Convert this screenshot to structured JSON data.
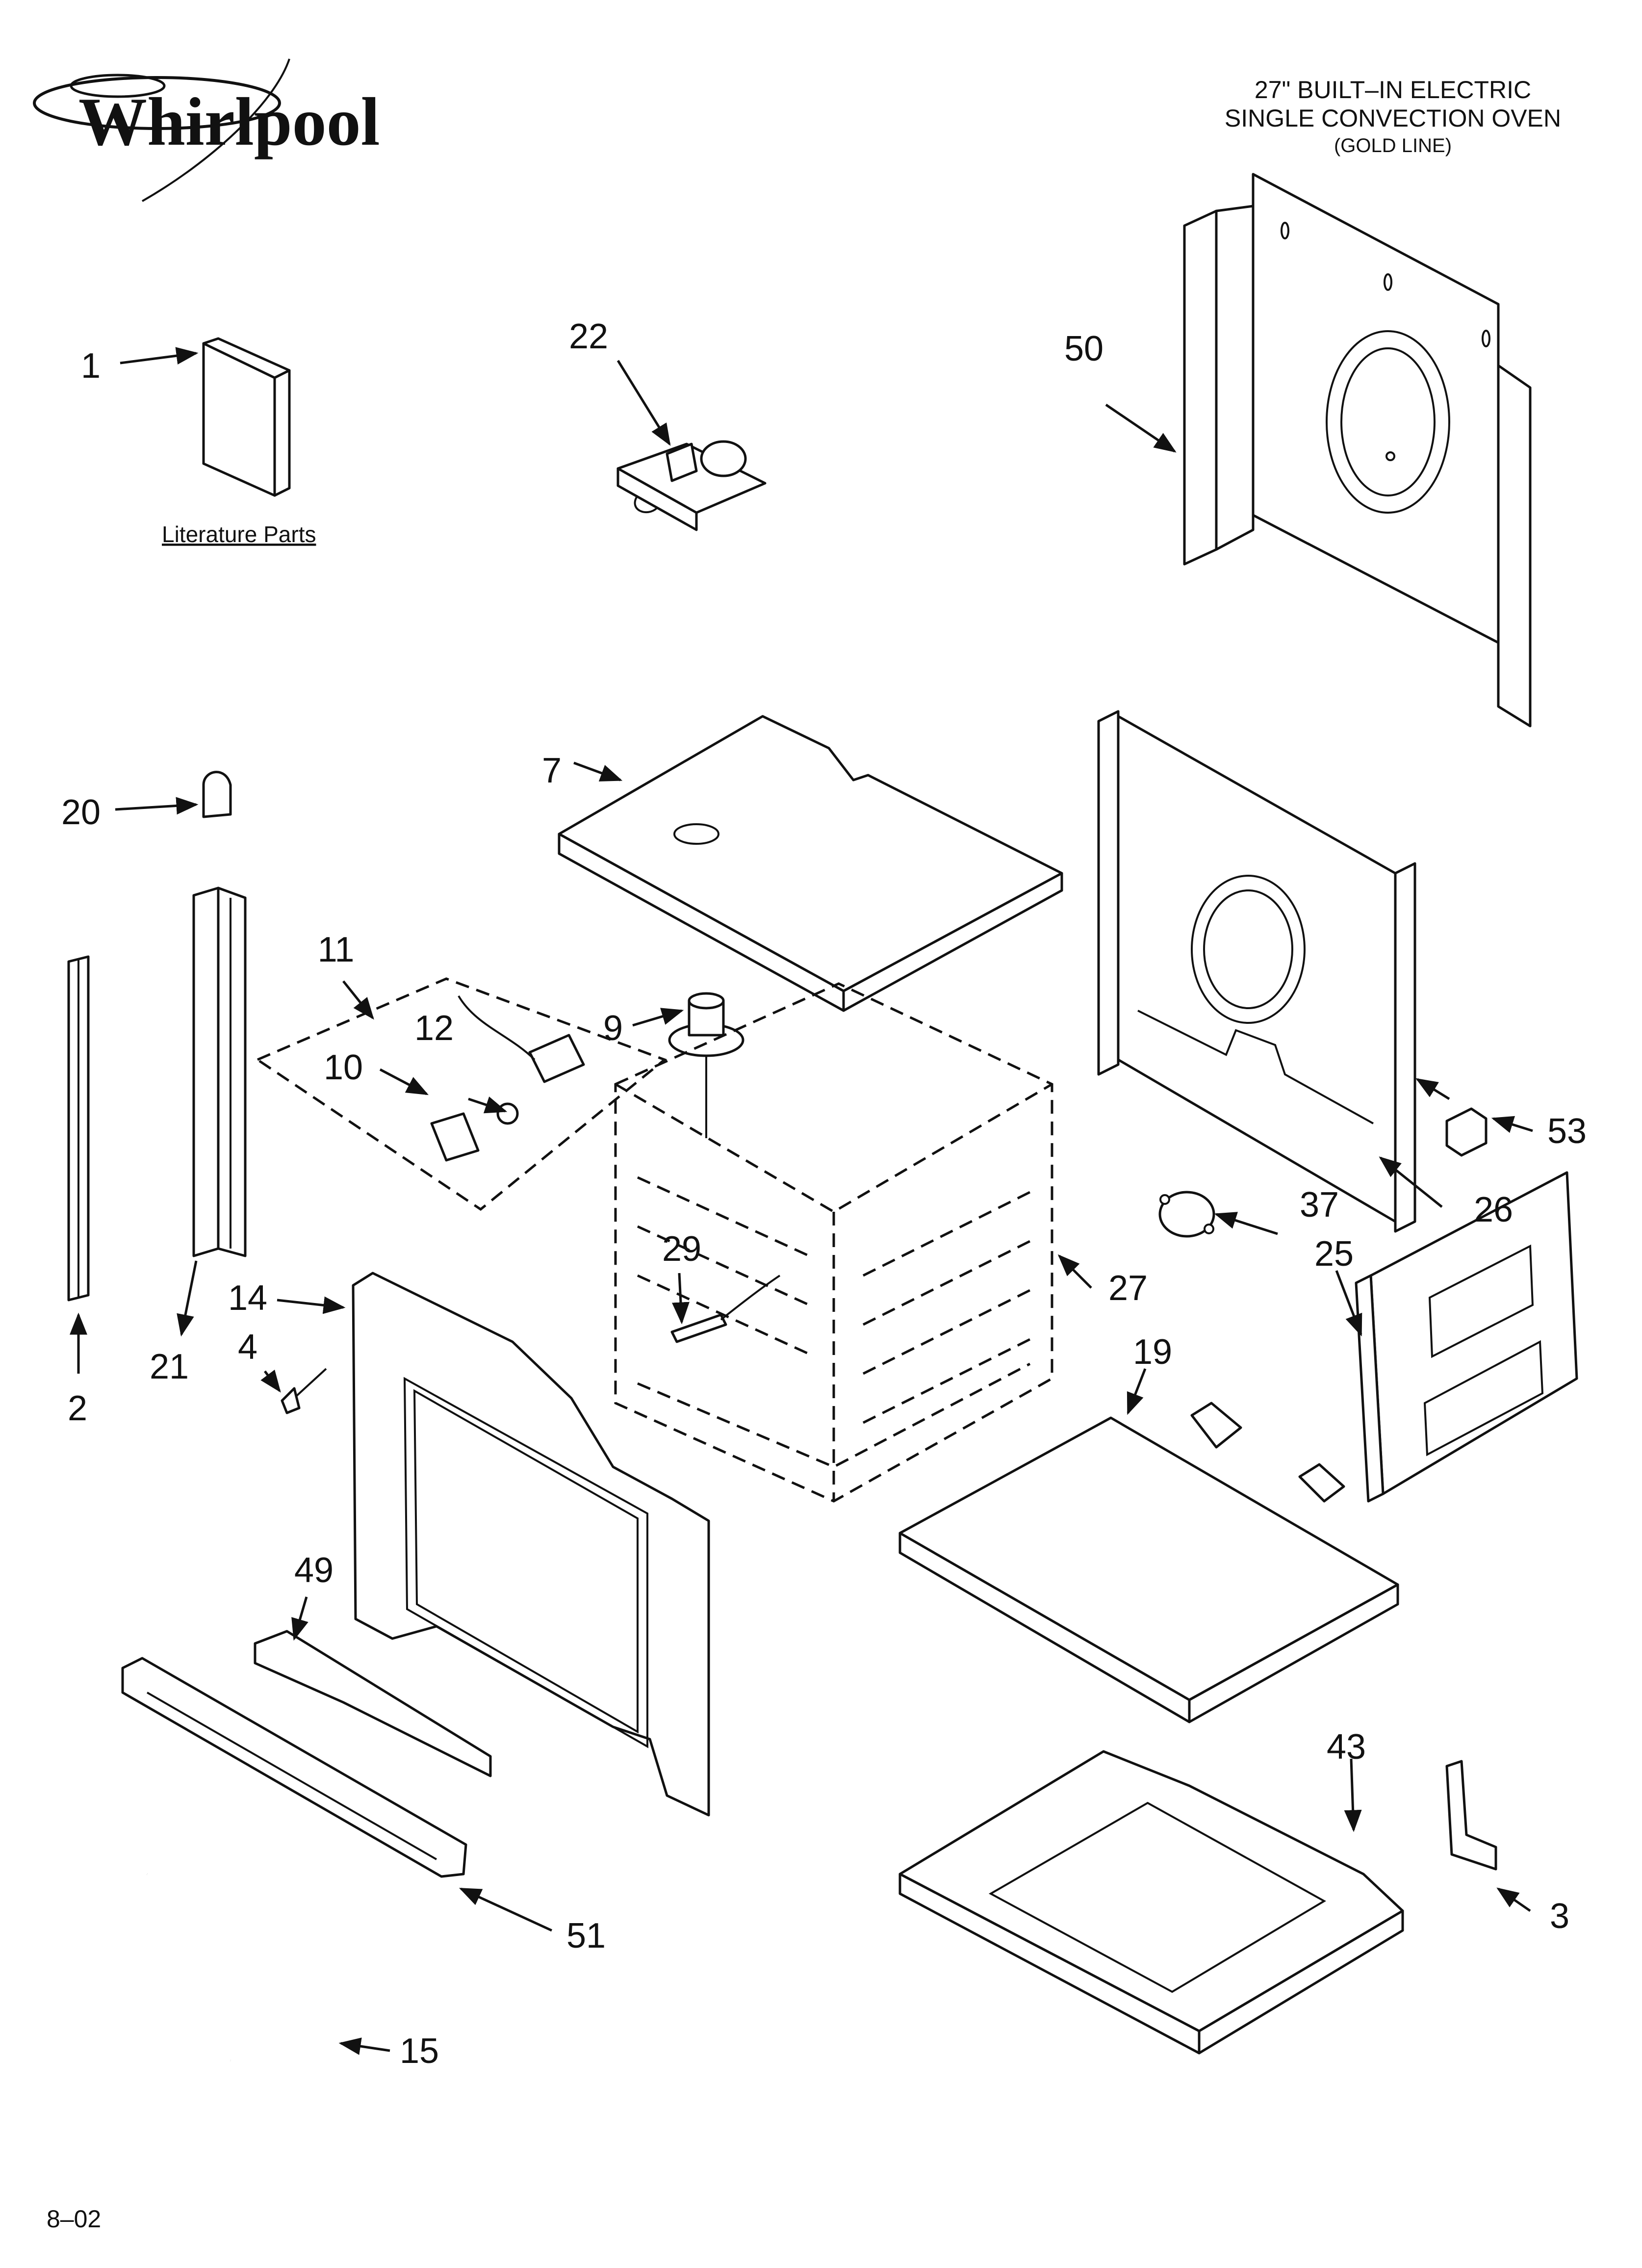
{
  "brand": {
    "logo_text": "Whirlpool"
  },
  "header": {
    "line1": "27\" BUILT–IN ELECTRIC",
    "line2": "SINGLE CONVECTION OVEN",
    "line3": "(GOLD LINE)"
  },
  "literature_label": "Literature Parts",
  "callouts": [
    {
      "id": "1",
      "text": "1"
    },
    {
      "id": "2",
      "text": "2"
    },
    {
      "id": "3",
      "text": "3"
    },
    {
      "id": "4",
      "text": "4"
    },
    {
      "id": "7",
      "text": "7"
    },
    {
      "id": "9",
      "text": "9"
    },
    {
      "id": "10",
      "text": "10"
    },
    {
      "id": "11",
      "text": "11"
    },
    {
      "id": "12",
      "text": "12"
    },
    {
      "id": "14",
      "text": "14"
    },
    {
      "id": "15",
      "text": "15"
    },
    {
      "id": "19",
      "text": "19"
    },
    {
      "id": "20",
      "text": "20"
    },
    {
      "id": "21",
      "text": "21"
    },
    {
      "id": "22",
      "text": "22"
    },
    {
      "id": "25",
      "text": "25"
    },
    {
      "id": "26",
      "text": "26"
    },
    {
      "id": "27",
      "text": "27"
    },
    {
      "id": "29",
      "text": "29"
    },
    {
      "id": "37",
      "text": "37"
    },
    {
      "id": "43",
      "text": "43"
    },
    {
      "id": "49",
      "text": "49"
    },
    {
      "id": "50",
      "text": "50"
    },
    {
      "id": "51",
      "text": "51"
    },
    {
      "id": "53",
      "text": "53"
    }
  ],
  "footer": {
    "code": "8–02"
  }
}
